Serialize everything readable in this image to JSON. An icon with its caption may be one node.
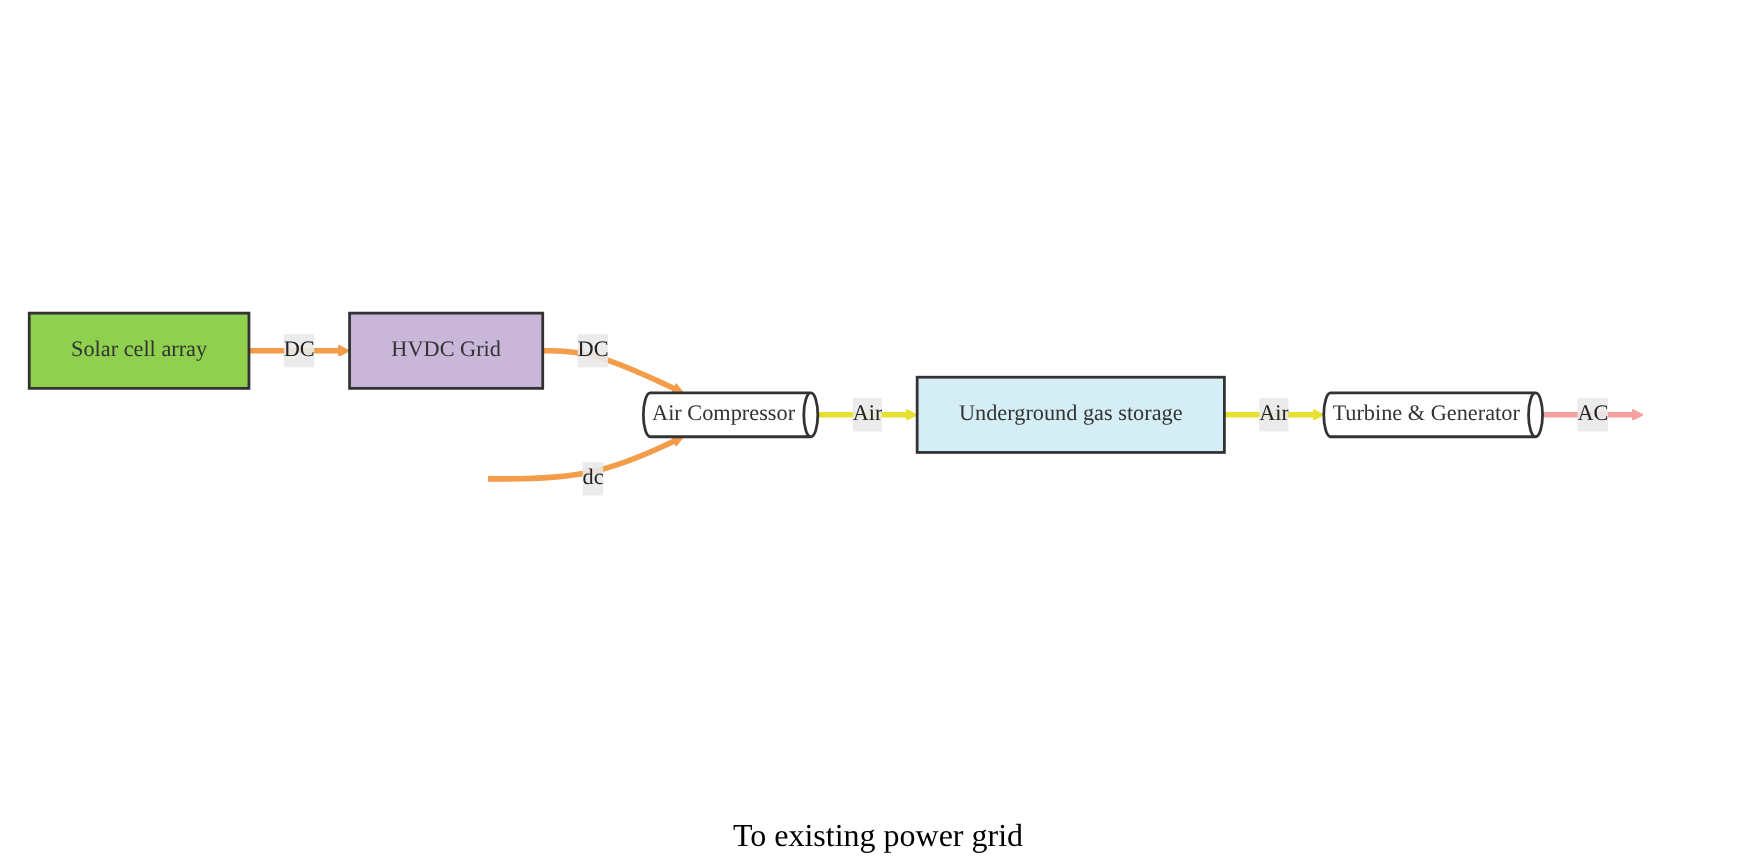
{
  "diagram": {
    "nodes": [
      {
        "text": [
          "Solar cell array"
        ]
      },
      {
        "text": [
          "HVDC Grid"
        ]
      },
      {
        "text": [
          "Air Compressor"
        ]
      },
      {
        "text": [
          "Underground gas storage"
        ]
      },
      {
        "text": [
          "Turbine & Generator"
        ]
      }
    ],
    "edges": [
      {
        "from": 0,
        "to": 1,
        "arrow": "to",
        "label": "DC"
      },
      {
        "from": 1,
        "to": 2,
        "arrow": "to",
        "label": "DC"
      },
      {
        "from": null,
        "to": 2,
        "arrow": "to",
        "label": "dc"
      },
      {
        "from": 2,
        "to": 3,
        "arrow": "to",
        "label": "Air",
        "color": "#e6e030"
      },
      {
        "from": 3,
        "to": 4,
        "arrow": "to",
        "label": "Air",
        "color": "#e6e030"
      },
      {
        "from": 4,
        "to": null,
        "arrow": "to",
        "label": "AC",
        "color": "#f4a0a0"
      }
    ],
    "labels": [
      "To existing power grid"
    ]
  }
}
